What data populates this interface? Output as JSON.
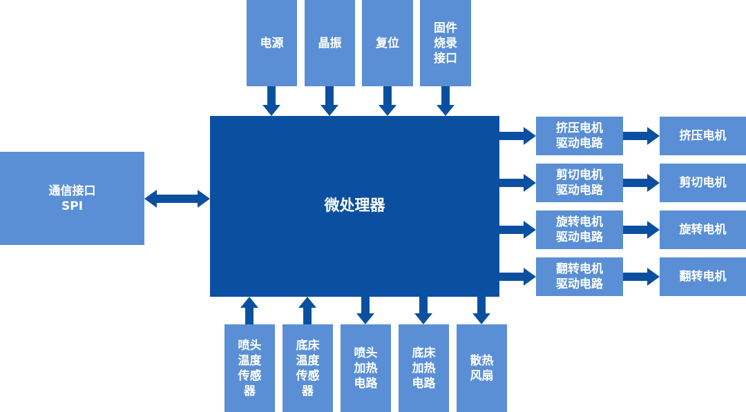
{
  "top": [
    "电源",
    "晶振",
    "复位",
    "固件\n烧录\n接口"
  ],
  "main": "微处理器",
  "left": "通信接口\nSPI",
  "drivers": [
    "挤压电机\n驱动电路",
    "剪切电机\n驱动电路",
    "旋转电机\n驱动电路",
    "翻转电机\n驱动电路"
  ],
  "motors": [
    "挤压电机",
    "剪切电机",
    "旋转电机",
    "翻转电机"
  ],
  "bottom": [
    "喷头\n温度\n传感\n器",
    "底床\n温度\n传感\n器",
    "喷头\n加热\n电路",
    "底床\n加热\n电路",
    "散热\n风扇"
  ],
  "colors": {
    "light": "#5a8fd5",
    "dark": "#0b50a0"
  }
}
